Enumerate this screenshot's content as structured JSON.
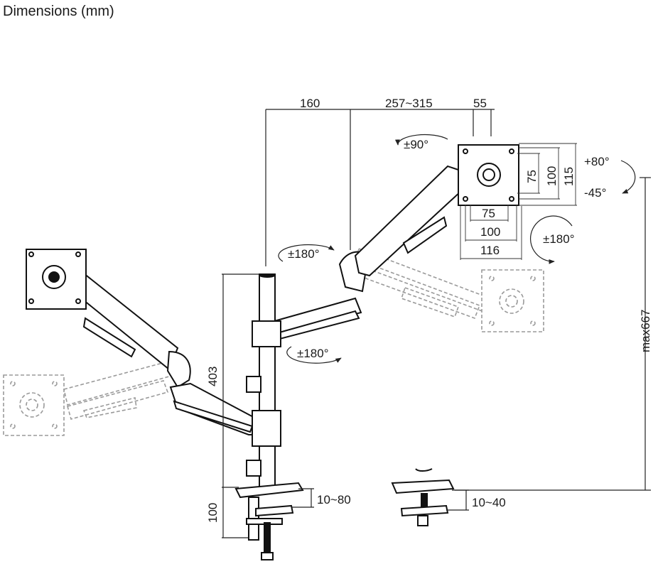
{
  "title": "Dimensions (mm)",
  "dimensions": {
    "arm_offset": "160",
    "arm_reach": "257~315",
    "vesa_depth": "55",
    "vesa_inner_w": "75",
    "vesa_outer_w": "100",
    "vesa_total_w": "116",
    "vesa_inner_h": "75",
    "vesa_outer_h": "100",
    "vesa_total_h": "115",
    "pole_height": "403",
    "base_height": "100",
    "max_height": "max667",
    "clamp_range": "10~80",
    "grommet_range": "10~40"
  },
  "rotations": {
    "rotate": "±90°",
    "tilt_up": "+80°",
    "tilt_down": "-45°",
    "swivel_head": "±180°",
    "swivel_arm_upper": "±180°",
    "swivel_arm_lower": "±180°"
  }
}
